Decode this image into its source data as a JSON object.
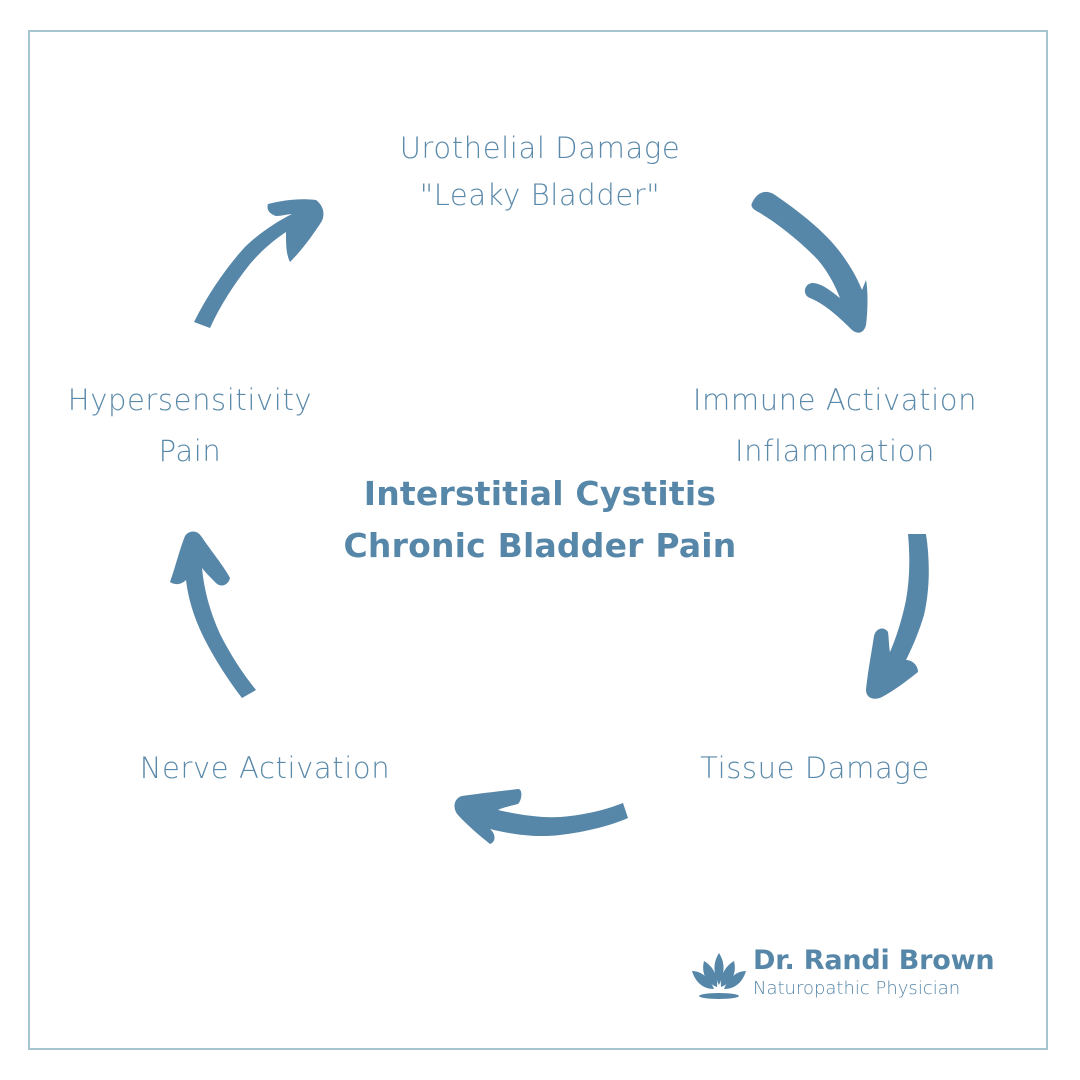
{
  "diagram": {
    "title": "Interstitial Cystitis Chronic Bladder Pain cycle",
    "center": {
      "line1": "Interstitial Cystitis",
      "line2": "Chronic Bladder Pain"
    },
    "nodes": [
      {
        "id": "urothelial-damage",
        "line1": "Urothelial Damage",
        "line2": "\"Leaky Bladder\""
      },
      {
        "id": "immune-activation",
        "line1": "Immune Activation",
        "line2": "Inflammation"
      },
      {
        "id": "tissue-damage",
        "line1": "Tissue Damage"
      },
      {
        "id": "nerve-activation",
        "line1": "Nerve Activation"
      },
      {
        "id": "hypersensitivity",
        "line1": "Hypersensitivity",
        "line2": "Pain"
      }
    ],
    "edges": [
      {
        "from": "urothelial-damage",
        "to": "immune-activation"
      },
      {
        "from": "immune-activation",
        "to": "tissue-damage"
      },
      {
        "from": "tissue-damage",
        "to": "nerve-activation"
      },
      {
        "from": "nerve-activation",
        "to": "hypersensitivity"
      },
      {
        "from": "hypersensitivity",
        "to": "urothelial-damage"
      }
    ],
    "flow_direction": "clockwise"
  },
  "brand": {
    "logo_icon": "lotus-icon",
    "name": "Dr. Randi Brown",
    "subtitle": "Naturopathic Physician"
  },
  "colors": {
    "primary": "#5686a8",
    "frame": "#a5c6cf",
    "background": "#ffffff"
  }
}
